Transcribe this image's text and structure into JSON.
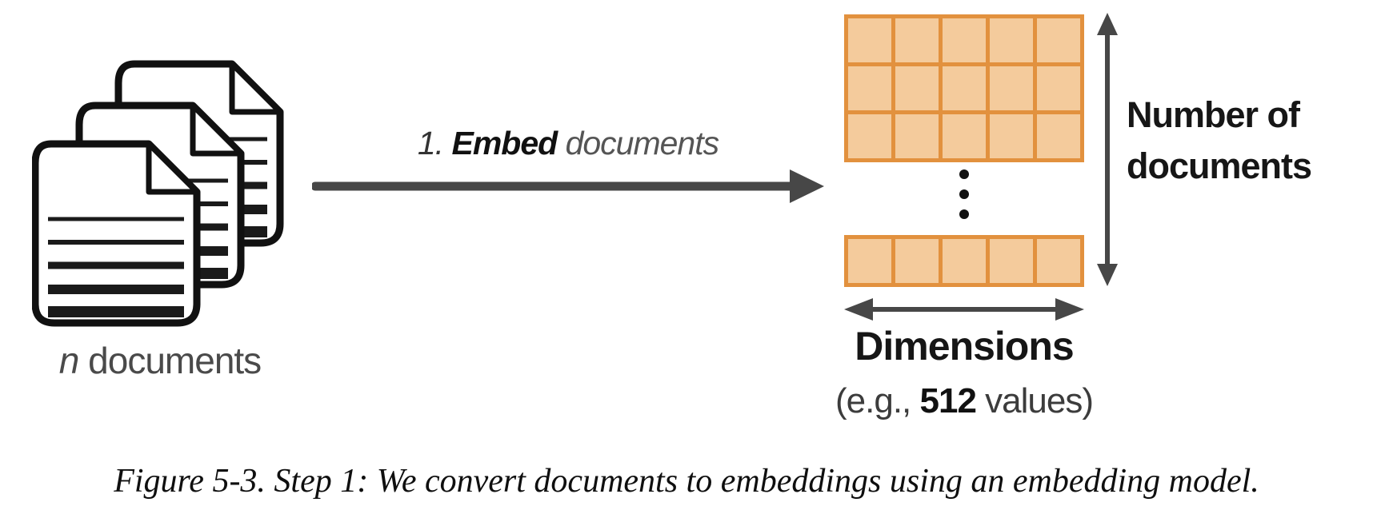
{
  "figure": {
    "caption": "Figure 5-3. Step 1: We convert documents to embeddings using an embedding model."
  },
  "documents": {
    "doc_count": 3,
    "label_n": "n",
    "label_text": " documents"
  },
  "embed_step": {
    "number": "1. ",
    "verb": "Embed",
    "object": " documents"
  },
  "matrix": {
    "columns": 5,
    "top_rows": 3,
    "bottom_rows": 1,
    "ellipsis_dots": 3,
    "height_label_line1": "Number of",
    "height_label_line2": "documents",
    "width_label": "Dimensions",
    "width_example_prefix": "(e.g., ",
    "width_example_value": "512",
    "width_example_suffix": " values)"
  },
  "colors": {
    "cell_fill": "#F4CB9C",
    "cell_border": "#E2913E",
    "arrow": "#474747",
    "text_dark": "#161616",
    "text_gray": "#4A4A4A"
  }
}
